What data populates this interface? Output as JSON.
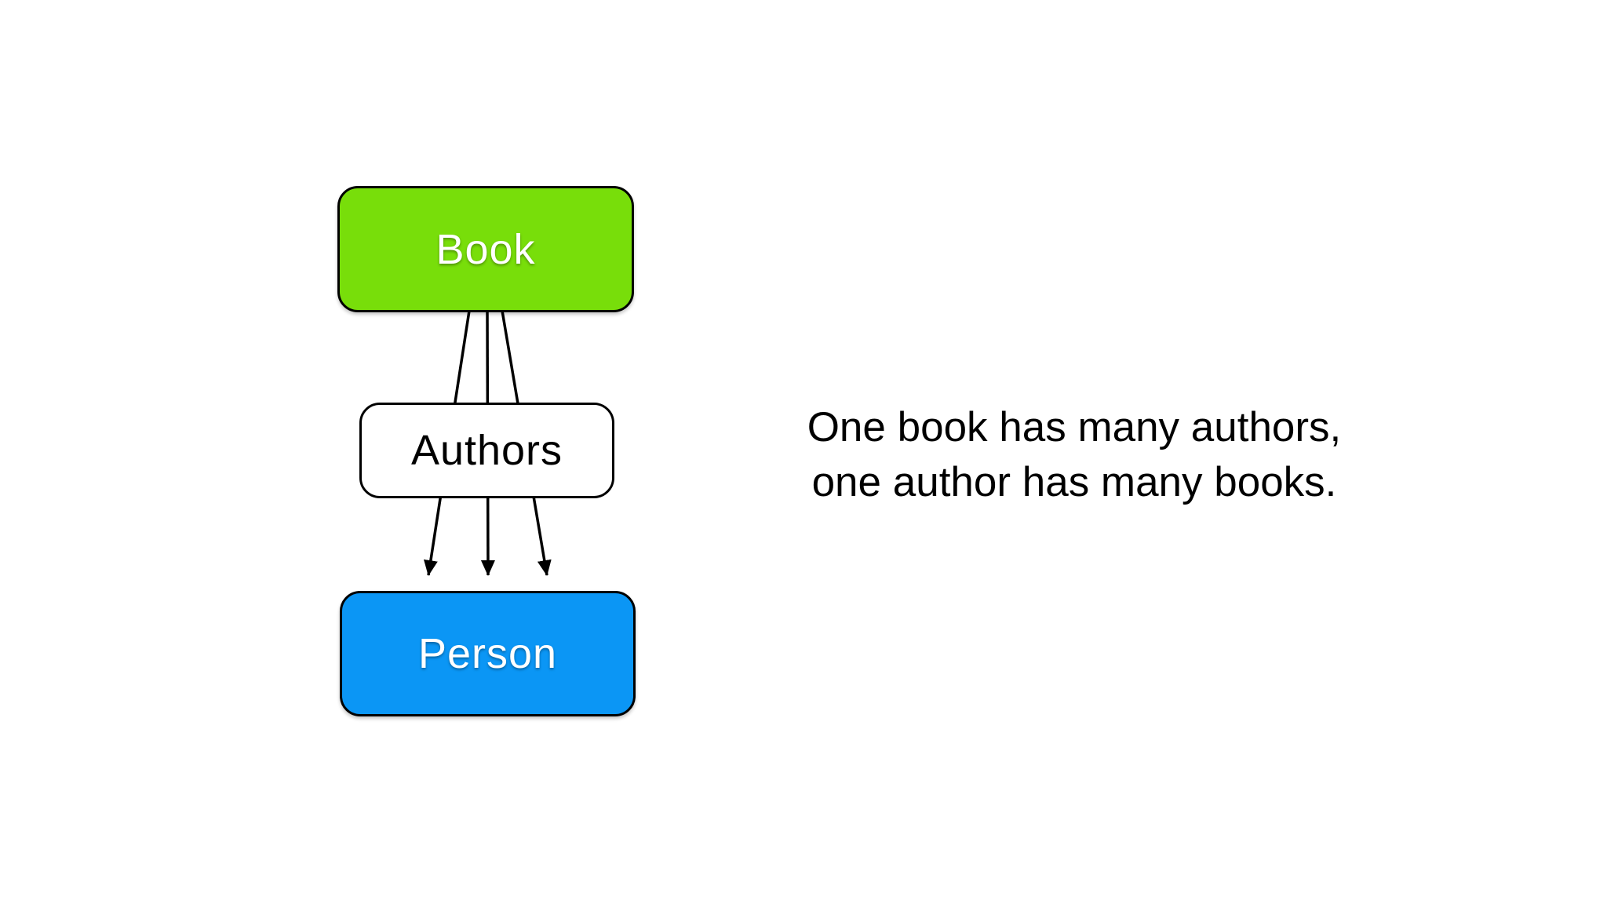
{
  "diagram": {
    "nodes": [
      {
        "id": "book",
        "label": "Book",
        "fill": "#78de0a",
        "text_color": "#ffffff"
      },
      {
        "id": "authors",
        "label": "Authors",
        "fill": "#ffffff",
        "text_color": "#000000"
      },
      {
        "id": "person",
        "label": "Person",
        "fill": "#0b96f5",
        "text_color": "#ffffff"
      }
    ],
    "relationships": [
      {
        "from": "Book",
        "to": "Person",
        "through": "Authors",
        "arrow_count": 3,
        "direction": "down"
      }
    ]
  },
  "caption": {
    "lines": [
      "One book has many authors,",
      "one author has many books."
    ]
  },
  "colors": {
    "background": "#ffffff",
    "node_book_fill": "#78de0a",
    "node_authors_fill": "#ffffff",
    "node_person_fill": "#0b96f5",
    "border": "#000000",
    "arrow": "#000000",
    "label_light": "#ffffff",
    "label_dark": "#000000",
    "caption_text": "#000000"
  }
}
